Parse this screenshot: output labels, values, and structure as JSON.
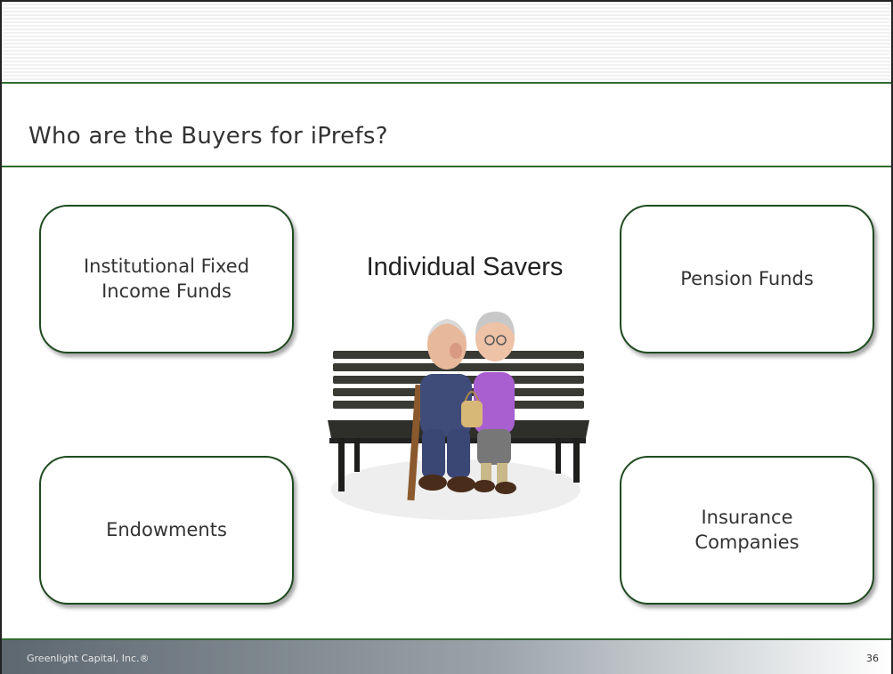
{
  "slide": {
    "title": "Who are the Buyers for iPrefs?",
    "boxes": {
      "top_left": "Institutional Fixed Income Funds",
      "top_right": "Pension Funds",
      "bottom_left": "Endowments",
      "bottom_right": "Insurance Companies"
    },
    "center_title": "Individual Savers",
    "footer_left": "Greenlight Capital, Inc.®",
    "page_number": "36"
  },
  "colors": {
    "rule_green": "#2f6b2f",
    "box_border": "#1f4a1f"
  }
}
